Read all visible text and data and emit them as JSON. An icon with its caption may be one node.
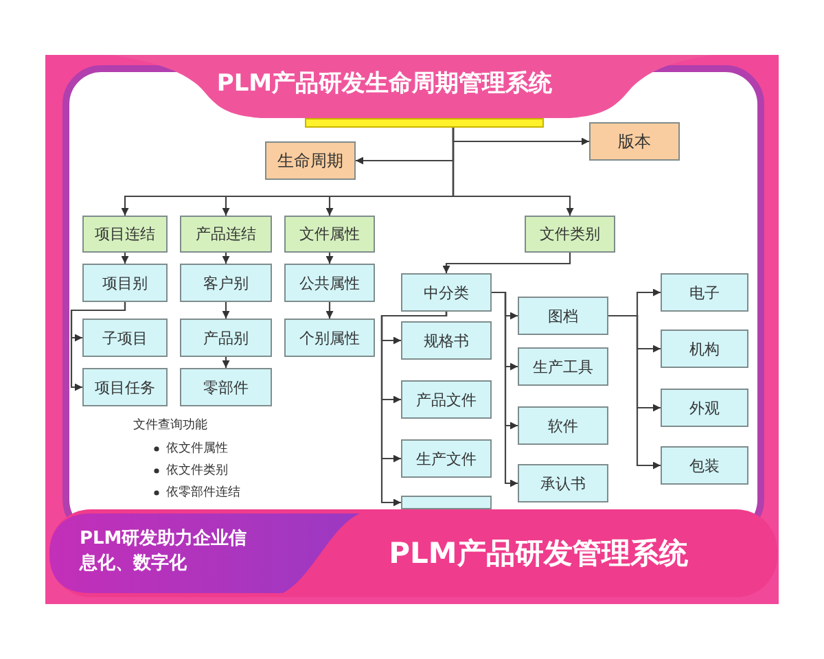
{
  "diagram": {
    "title": "PLM产品研发生命周期管理系统",
    "nodes": [
      {
        "text": [],
        "shape": "bar"
      },
      {
        "text": [
          "版本"
        ]
      },
      {
        "text": [
          "生命周期"
        ]
      },
      {
        "text": [
          "项目连结"
        ]
      },
      {
        "text": [
          "产品连结"
        ]
      },
      {
        "text": [
          "文件属性"
        ]
      },
      {
        "text": [
          "文件类别"
        ]
      },
      {
        "text": [
          "项目别"
        ]
      },
      {
        "text": [
          "子项目"
        ]
      },
      {
        "text": [
          "项目任务"
        ]
      },
      {
        "text": [
          "客户别"
        ]
      },
      {
        "text": [
          "产品别"
        ]
      },
      {
        "text": [
          "零部件"
        ]
      },
      {
        "text": [
          "公共属性"
        ]
      },
      {
        "text": [
          "个别属性"
        ]
      },
      {
        "text": [
          "中分类"
        ]
      },
      {
        "text": [
          "规格书"
        ]
      },
      {
        "text": [
          "产品文件"
        ]
      },
      {
        "text": [
          "生产文件"
        ]
      },
      {
        "text": [],
        "shape": "box"
      },
      {
        "text": [
          "图档"
        ]
      },
      {
        "text": [
          "生产工具"
        ]
      },
      {
        "text": [
          "软件"
        ]
      },
      {
        "text": [
          "承认书"
        ]
      },
      {
        "text": [
          "电子"
        ]
      },
      {
        "text": [
          "机构"
        ]
      },
      {
        "text": [
          "外观"
        ]
      },
      {
        "text": [
          "包装"
        ]
      }
    ],
    "edges": [
      {
        "from": 0,
        "to": 1,
        "arrow": "to"
      },
      {
        "from": 0,
        "to": 2,
        "arrow": "to"
      },
      {
        "from": 0,
        "to": 3,
        "arrow": "to"
      },
      {
        "from": 0,
        "to": 4,
        "arrow": "to"
      },
      {
        "from": 0,
        "to": 5,
        "arrow": "to"
      },
      {
        "from": 0,
        "to": 6,
        "arrow": "to"
      },
      {
        "from": 3,
        "to": 7,
        "arrow": "to"
      },
      {
        "from": 7,
        "to": 8,
        "arrow": "to"
      },
      {
        "from": 7,
        "to": 9,
        "arrow": "to"
      },
      {
        "from": 4,
        "to": 10,
        "arrow": "to"
      },
      {
        "from": 10,
        "to": 11,
        "arrow": "to"
      },
      {
        "from": 11,
        "to": 12,
        "arrow": "to"
      },
      {
        "from": 5,
        "to": 13,
        "arrow": "to"
      },
      {
        "from": 13,
        "to": 14,
        "arrow": "to"
      },
      {
        "from": 6,
        "to": 15,
        "arrow": "to"
      },
      {
        "from": 15,
        "to": 16,
        "arrow": "to"
      },
      {
        "from": 15,
        "to": 17,
        "arrow": "to"
      },
      {
        "from": 15,
        "to": 18,
        "arrow": "to"
      },
      {
        "from": 15,
        "to": 19,
        "arrow": "to"
      },
      {
        "from": 15,
        "to": 20,
        "arrow": "to"
      },
      {
        "from": 15,
        "to": 21,
        "arrow": "to"
      },
      {
        "from": 15,
        "to": 22,
        "arrow": "to"
      },
      {
        "from": 15,
        "to": 23,
        "arrow": "to"
      },
      {
        "from": 20,
        "to": 24,
        "arrow": "to"
      },
      {
        "from": 20,
        "to": 25,
        "arrow": "to"
      },
      {
        "from": 20,
        "to": 26,
        "arrow": "to"
      },
      {
        "from": 20,
        "to": 27,
        "arrow": "to"
      }
    ],
    "labels": [
      "文件查询功能",
      "依文件属性",
      "依文件类别",
      "依零部件连结",
      "PLM研发助力企业信息化、数字化",
      "PLM产品研发管理系统"
    ]
  }
}
